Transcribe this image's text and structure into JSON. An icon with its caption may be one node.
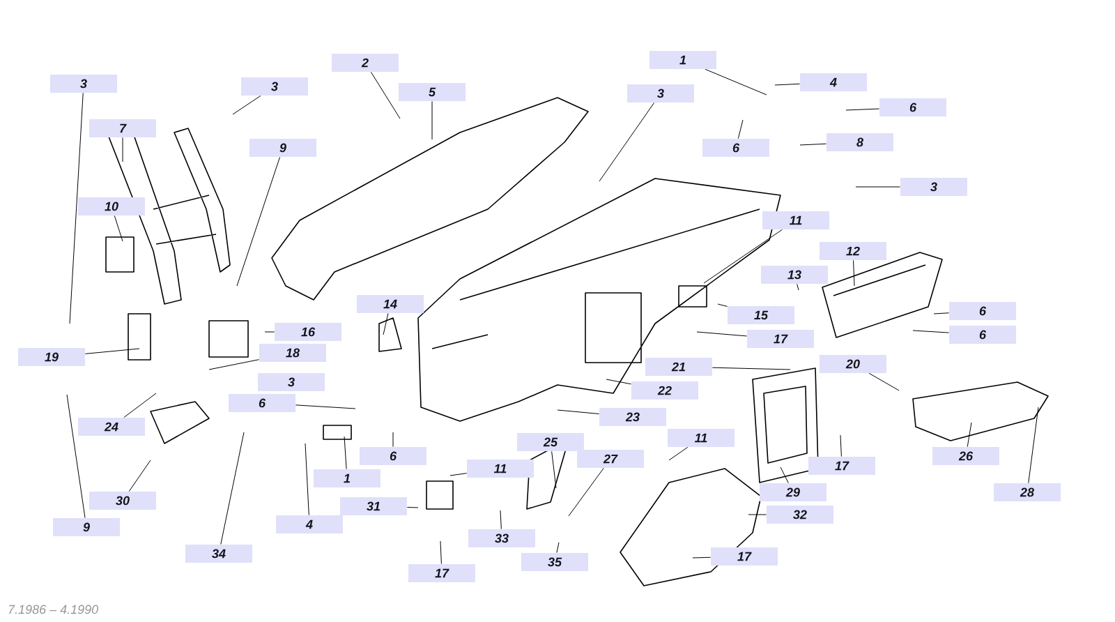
{
  "diagram": {
    "nodes": [
      {
        "text": [
          "3"
        ]
      },
      {
        "text": [
          "3"
        ]
      },
      {
        "text": [
          "2"
        ]
      },
      {
        "text": [
          "5"
        ]
      },
      {
        "text": [
          "7"
        ]
      },
      {
        "text": [
          "9"
        ]
      },
      {
        "text": [
          "10"
        ]
      },
      {
        "text": [
          "1"
        ]
      },
      {
        "text": [
          "4"
        ]
      },
      {
        "text": [
          "6"
        ]
      },
      {
        "text": [
          "3"
        ]
      },
      {
        "text": [
          "6"
        ]
      },
      {
        "text": [
          "8"
        ]
      },
      {
        "text": [
          "3"
        ]
      },
      {
        "text": [
          "11"
        ]
      },
      {
        "text": [
          "12"
        ]
      },
      {
        "text": [
          "13"
        ]
      },
      {
        "text": [
          "6"
        ]
      },
      {
        "text": [
          "6"
        ]
      },
      {
        "text": [
          "15"
        ]
      },
      {
        "text": [
          "17"
        ]
      },
      {
        "text": [
          "14"
        ]
      },
      {
        "text": [
          "16"
        ]
      },
      {
        "text": [
          "18"
        ]
      },
      {
        "text": [
          "19"
        ]
      },
      {
        "text": [
          "6"
        ]
      },
      {
        "text": [
          "24"
        ]
      },
      {
        "text": [
          "30"
        ]
      },
      {
        "text": [
          "9"
        ]
      },
      {
        "text": [
          "34"
        ]
      },
      {
        "text": [
          "4"
        ]
      },
      {
        "text": [
          "1"
        ]
      },
      {
        "text": [
          "6"
        ]
      },
      {
        "text": [
          "31"
        ]
      },
      {
        "text": [
          "11"
        ]
      },
      {
        "text": [
          "17"
        ]
      },
      {
        "text": [
          "33"
        ]
      },
      {
        "text": [
          "25"
        ]
      },
      {
        "text": [
          "27"
        ]
      },
      {
        "text": [
          "35"
        ]
      },
      {
        "text": [
          "21"
        ]
      },
      {
        "text": [
          "22"
        ]
      },
      {
        "text": [
          "23"
        ]
      },
      {
        "text": [
          "11"
        ]
      },
      {
        "text": [
          "29"
        ]
      },
      {
        "text": [
          "17"
        ]
      },
      {
        "text": [
          "20"
        ]
      },
      {
        "text": [
          "26"
        ]
      },
      {
        "text": [
          "28"
        ]
      },
      {
        "text": [
          "32"
        ]
      },
      {
        "text": [
          "17"
        ]
      },
      {
        "text": [
          "3"
        ]
      }
    ],
    "edges": [
      {
        "from": 0,
        "to": null,
        "arrow": "none"
      },
      {
        "from": 1,
        "to": null,
        "arrow": "none"
      },
      {
        "from": 2,
        "to": null,
        "arrow": "none"
      },
      {
        "from": 3,
        "to": null,
        "arrow": "none"
      },
      {
        "from": 4,
        "to": null,
        "arrow": "none"
      },
      {
        "from": 5,
        "to": null,
        "arrow": "none"
      },
      {
        "from": 6,
        "to": null,
        "arrow": "none"
      },
      {
        "from": 7,
        "to": null,
        "arrow": "none"
      },
      {
        "from": 8,
        "to": null,
        "arrow": "none"
      },
      {
        "from": 9,
        "to": null,
        "arrow": "none"
      },
      {
        "from": 10,
        "to": null,
        "arrow": "none"
      },
      {
        "from": 11,
        "to": null,
        "arrow": "none"
      },
      {
        "from": 12,
        "to": null,
        "arrow": "none"
      },
      {
        "from": 13,
        "to": null,
        "arrow": "none"
      },
      {
        "from": 14,
        "to": null,
        "arrow": "none"
      },
      {
        "from": 15,
        "to": null,
        "arrow": "none"
      },
      {
        "from": 16,
        "to": null,
        "arrow": "none"
      },
      {
        "from": 17,
        "to": null,
        "arrow": "none"
      },
      {
        "from": 18,
        "to": null,
        "arrow": "none"
      },
      {
        "from": 19,
        "to": null,
        "arrow": "none"
      },
      {
        "from": 20,
        "to": null,
        "arrow": "none"
      },
      {
        "from": 21,
        "to": null,
        "arrow": "none"
      },
      {
        "from": 22,
        "to": null,
        "arrow": "none"
      },
      {
        "from": 23,
        "to": null,
        "arrow": "none"
      },
      {
        "from": 24,
        "to": null,
        "arrow": "none"
      },
      {
        "from": 25,
        "to": null,
        "arrow": "none"
      },
      {
        "from": 26,
        "to": null,
        "arrow": "none"
      },
      {
        "from": 27,
        "to": null,
        "arrow": "none"
      },
      {
        "from": 28,
        "to": null,
        "arrow": "none"
      },
      {
        "from": 29,
        "to": null,
        "arrow": "none"
      },
      {
        "from": 30,
        "to": null,
        "arrow": "none"
      },
      {
        "from": 31,
        "to": null,
        "arrow": "none"
      },
      {
        "from": 32,
        "to": null,
        "arrow": "none"
      },
      {
        "from": 33,
        "to": null,
        "arrow": "none"
      },
      {
        "from": 34,
        "to": null,
        "arrow": "none"
      },
      {
        "from": 35,
        "to": null,
        "arrow": "none"
      },
      {
        "from": 36,
        "to": null,
        "arrow": "none"
      },
      {
        "from": 37,
        "to": null,
        "arrow": "none"
      },
      {
        "from": 38,
        "to": null,
        "arrow": "none"
      },
      {
        "from": 39,
        "to": null,
        "arrow": "none"
      },
      {
        "from": 40,
        "to": null,
        "arrow": "none"
      },
      {
        "from": 41,
        "to": null,
        "arrow": "none"
      },
      {
        "from": 42,
        "to": null,
        "arrow": "none"
      },
      {
        "from": 43,
        "to": null,
        "arrow": "none"
      },
      {
        "from": 44,
        "to": null,
        "arrow": "none"
      },
      {
        "from": 45,
        "to": null,
        "arrow": "none"
      },
      {
        "from": 46,
        "to": null,
        "arrow": "none"
      },
      {
        "from": 47,
        "to": null,
        "arrow": "none"
      },
      {
        "from": 48,
        "to": null,
        "arrow": "none"
      },
      {
        "from": 49,
        "to": null,
        "arrow": "none"
      },
      {
        "from": 50,
        "to": null,
        "arrow": "none"
      }
    ],
    "labels": [
      "7.1986 – 4.1990"
    ]
  }
}
